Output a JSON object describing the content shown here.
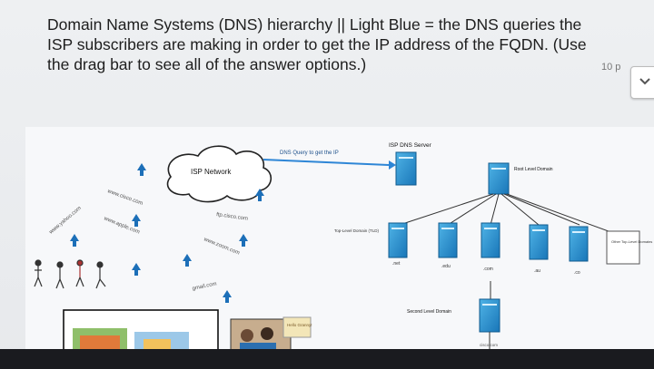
{
  "question": {
    "text": "Domain Name Systems (DNS) hierarchy || Light Blue = the DNS queries the ISP subscribers are making in order to get the IP address of the FQDN. (Use the drag bar to see all of the answer options.)",
    "points": "10 p"
  },
  "diagram": {
    "isp_network_label": "ISP Network",
    "dns_query_label": "DNS Query to get the IP",
    "isp_dns_server_label": "ISP DNS Server",
    "root_level_label": "Root Level Domain",
    "tld_label": "Top-Level Domain (TLD)",
    "tld_names": [
      ".net",
      ".edu",
      ".com",
      ".au",
      ".co"
    ],
    "other_tld_label": "Other Top-Level Domains",
    "second_level_label": "Second Level Domain",
    "cisco_com_label": "cisco.com",
    "queries": [
      "www.cisco.com",
      "www.yahoo.com",
      "www.apple.com",
      "ftp.cisco.com",
      "www.zoom.com",
      "gmail.com"
    ],
    "hello_label": "Hello Granny!",
    "colors": {
      "query_blue": "#2e86d6",
      "server_blue": "#1f8fd1",
      "arrow_dark": "#1c6fb8"
    }
  }
}
